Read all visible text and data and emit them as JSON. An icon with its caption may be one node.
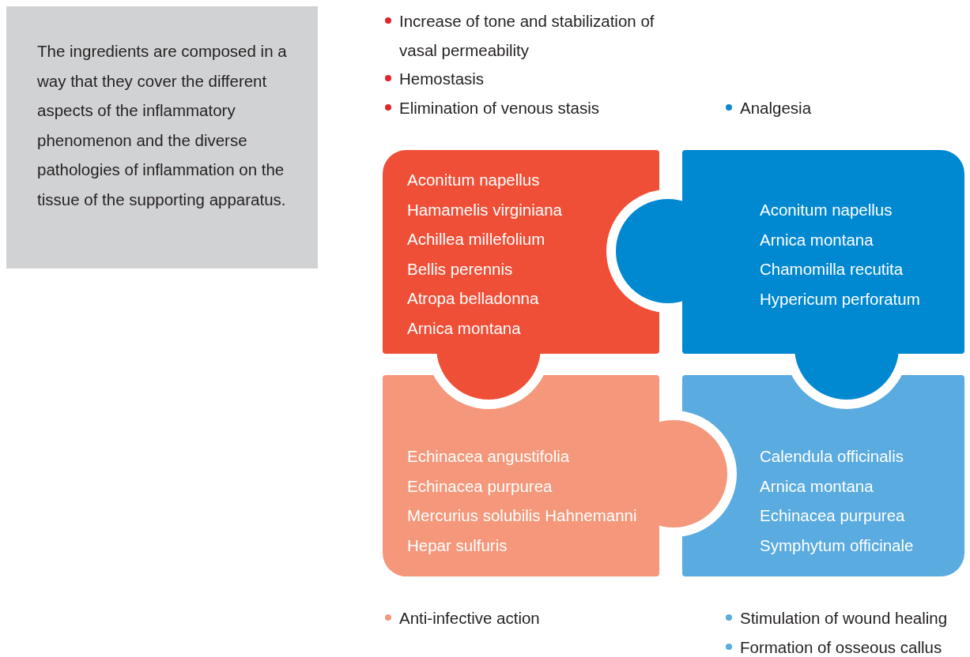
{
  "diagram": {
    "nodes": [
      {
        "text": [
          "The ingredients are composed in a way that they cover the different aspects of the inflammatory phenomenon and the diverse pathologies of inflammation on the tissue of the supporting apparatus."
        ]
      },
      {
        "text": [
          "Aconitum napellus",
          "Hamamelis virginiana",
          "Achillea millefolium",
          "Bellis perennis",
          "Atropa belladonna",
          "Arnica montana"
        ]
      },
      {
        "text": [
          "Aconitum napellus",
          "Arnica montana",
          "Chamomilla recutita",
          "Hypericum perforatum"
        ]
      },
      {
        "text": [
          "Echinacea angustifolia",
          "Echinacea purpurea",
          "Mercurius solubilis Hahnemanni",
          "Hepar sulfuris"
        ]
      },
      {
        "text": [
          "Calendula officinalis",
          "Arnica montana",
          "Echinacea purpurea",
          "Symphytum officinale"
        ]
      }
    ],
    "edges": [],
    "legend": [
      {
        "text": "Increase of tone and stabilization of vasal permeability",
        "color": "#e2242b"
      },
      {
        "text": "Hemostasis",
        "color": "#e2242b"
      },
      {
        "text": "Elimination of venous stasis",
        "color": "#e2242b"
      },
      {
        "text": "Analgesia",
        "color": "#0b88d0"
      },
      {
        "text": "Anti-infective action",
        "color": "#f39a7b"
      },
      {
        "text": "Stimulation of wound healing",
        "color": "#5aabdf"
      },
      {
        "text": "Formation of osseous callus",
        "color": "#5aabdf"
      }
    ]
  }
}
